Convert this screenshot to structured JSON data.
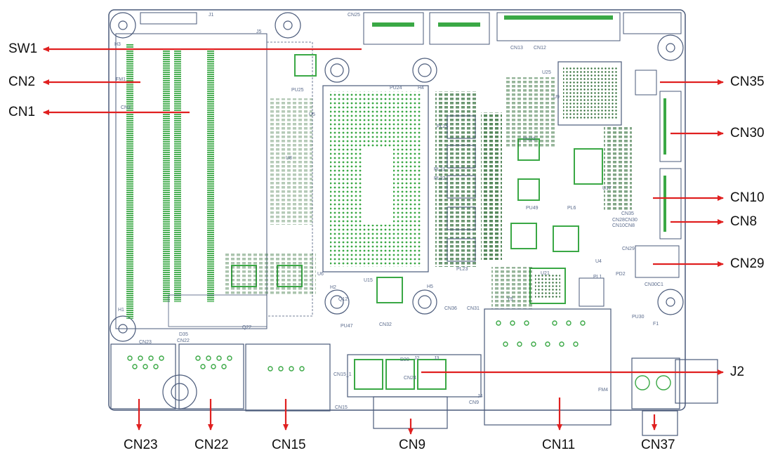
{
  "colors": {
    "board_outline": "#4a5a7a",
    "component_green": "#3aa845",
    "component_dark": "#2d6b35",
    "silk": "#5a6b8c",
    "arrow": "#e02020",
    "label": "#111111"
  },
  "callouts": {
    "sw1": "SW1",
    "cn2": "CN2",
    "cn1": "CN1",
    "cn35": "CN35",
    "cn30": "CN30",
    "cn10": "CN10",
    "cn8": "CN8",
    "cn29": "CN29",
    "j2": "J2",
    "cn23": "CN23",
    "cn22": "CN22",
    "cn15": "CN15",
    "cn9": "CN9",
    "cn11": "CN11",
    "cn37": "CN37"
  },
  "silkscreen": {
    "cn25": "CN25",
    "j1": "J1",
    "j5": "J5",
    "h3": "H3",
    "fm1": "FM1",
    "cn2": "CN2",
    "cn13": "CN13",
    "cn12": "CN12",
    "u25": "U25",
    "u9": "U9",
    "pu24": "PU24",
    "h4": "H4",
    "pu25": "PU25",
    "u5": "U5",
    "u8": "U8",
    "u6": "U6",
    "pl25": "PL25",
    "pl21": "PL21",
    "pl22": "PL22",
    "pl23": "PL23",
    "pu23": "PU23",
    "pu49": "PU49",
    "pl6": "PL6",
    "u17": "U17",
    "cn35_small": "CN35",
    "cn28": "CN28",
    "cn30_small": "CN30",
    "cn10_small": "CN10",
    "cn8_small": "CN8",
    "cn29_small": "CN29",
    "cn30c1": "CN30C1",
    "u21": "U21",
    "pl1": "PL1",
    "pd2": "PD2",
    "h2": "H2",
    "u15": "U15",
    "h5": "H5",
    "q12": "Q12",
    "h1": "H1",
    "cn23": "CN23",
    "d35": "D35",
    "cn22": "CN22",
    "q22": "Q22",
    "cn32": "CN32",
    "cn36": "CN36",
    "cn31": "CN31",
    "pu47": "PU47",
    "d20": "D20",
    "j2": "J2",
    "j3": "J3",
    "j4": "J4",
    "cn15_1": "CN15_1",
    "cn15": "CN15",
    "cn24": "CN24",
    "cn9": "CN9",
    "fm4": "FM4",
    "pu30": "PU30",
    "f1": "F1",
    "y5": "Y5",
    "u4": "U4"
  }
}
